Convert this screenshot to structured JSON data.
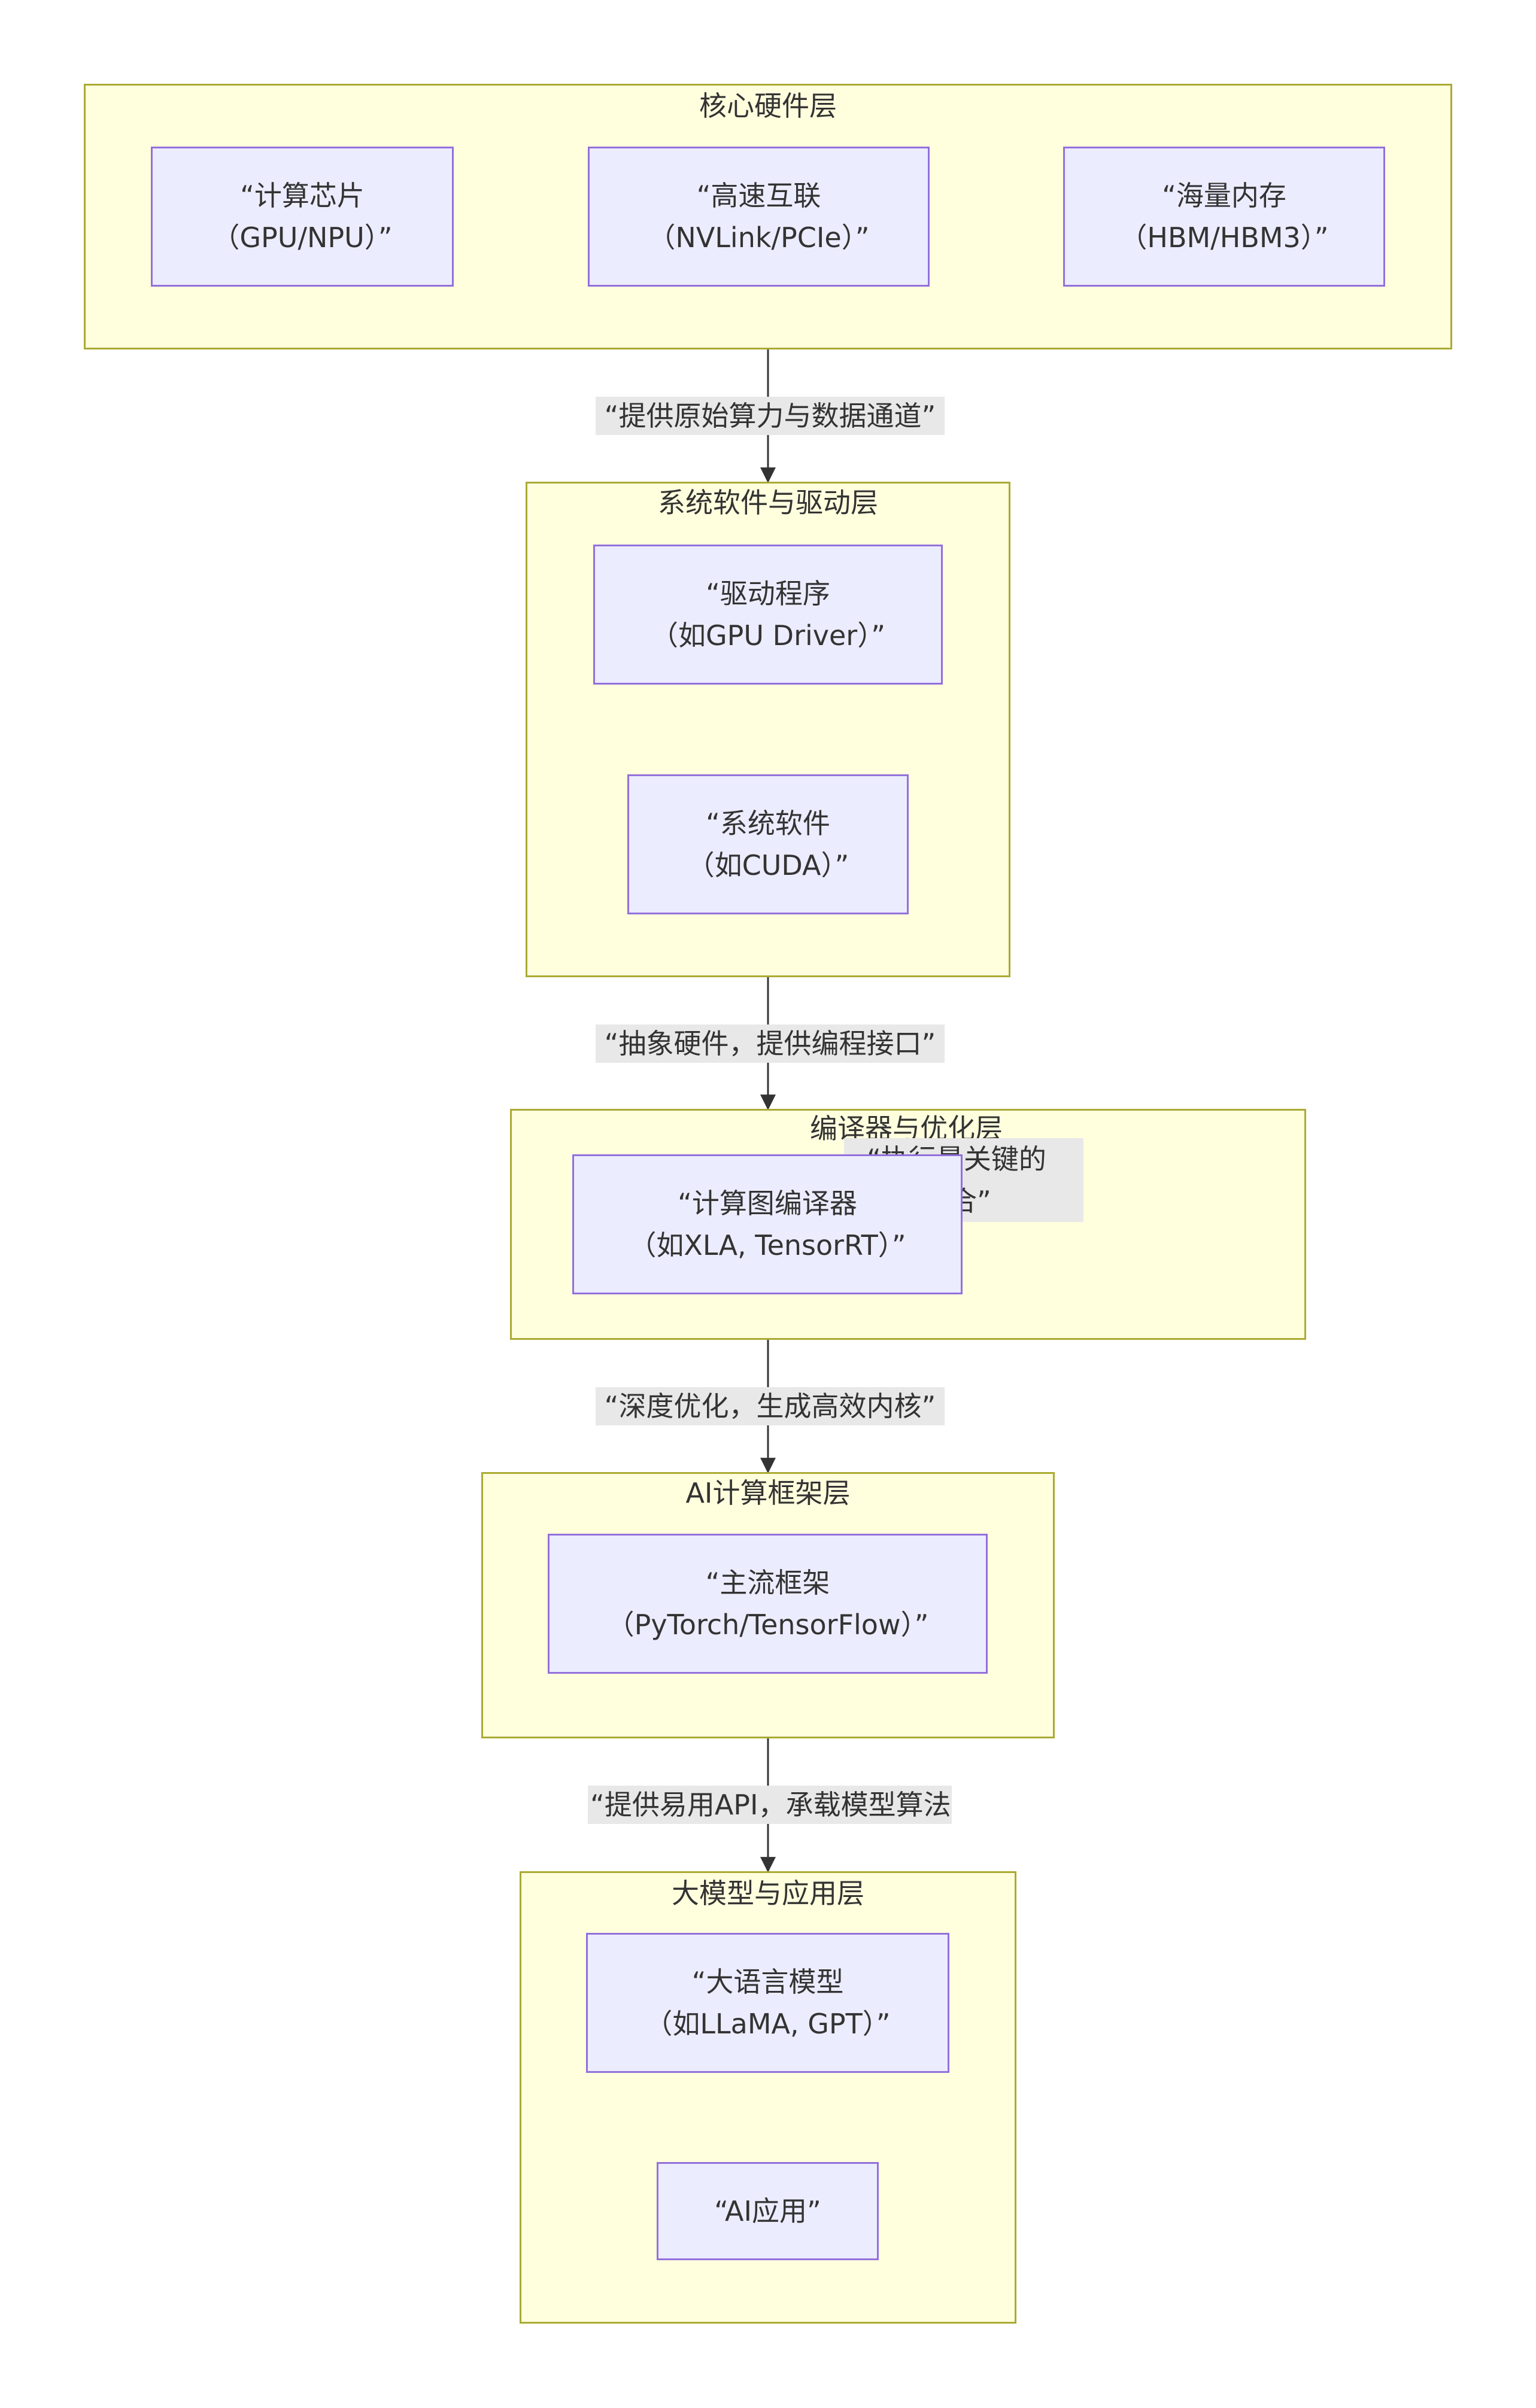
{
  "layers": {
    "hardware": {
      "title": "核心硬件层",
      "chip": {
        "line1": "“计算芯片",
        "line2": "（GPU/NPU）”"
      },
      "interconnect": {
        "line1": "“高速互联",
        "line2": "（NVLink/PCIe）”"
      },
      "memory": {
        "line1": "“海量内存",
        "line2": "（HBM/HBM3）”"
      }
    },
    "system": {
      "title": "系统软件与驱动层",
      "driver": {
        "line1": "“驱动程序",
        "line2": "（如GPU Driver）”"
      },
      "software": {
        "line1": "“系统软件",
        "line2": "（如CUDA）”"
      }
    },
    "compiler": {
      "title": "编译器与优化层",
      "graph_compiler": {
        "line1": "“计算图编译器",
        "line2": "（如XLA, TensorRT）”"
      },
      "hidden_label": {
        "line1": "“执行最关键的",
        "line2": "算子融合”"
      }
    },
    "framework": {
      "title": "AI计算框架层",
      "mainstream": {
        "line1": "“主流框架",
        "line2": "（PyTorch/TensorFlow）”"
      }
    },
    "application": {
      "title": "大模型与应用层",
      "llm": {
        "line1": "“大语言模型",
        "line2": "（如LLaMA, GPT）”"
      },
      "ai_app": {
        "line1": "“AI应用”"
      }
    }
  },
  "edge_labels": {
    "hw_to_sys": "“提供原始算力与数据通道”",
    "sys_to_compiler": "“抽象硬件，提供编程接口”",
    "compiler_to_framework": "“深度优化，生成高效内核”",
    "framework_to_app": "“提供易用API，承载模型算法”"
  }
}
